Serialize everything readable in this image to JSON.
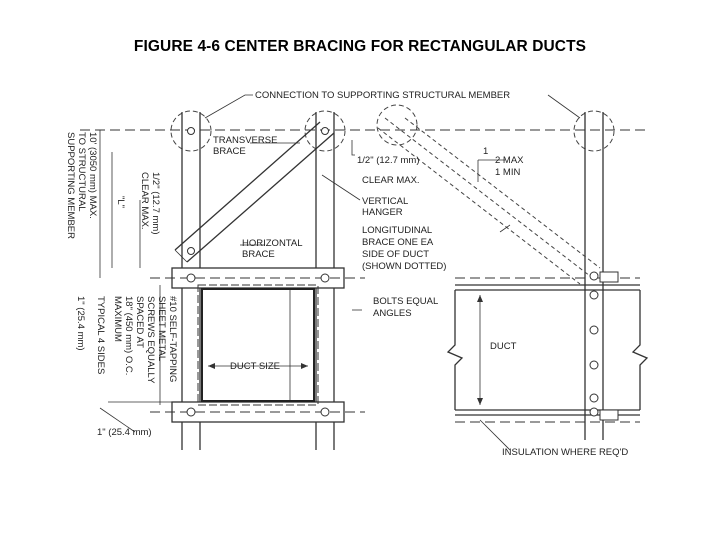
{
  "title": "FIGURE 4-6 CENTER BRACING FOR RECTANGULAR DUCTS",
  "labels": {
    "connection": "CONNECTION TO SUPPORTING STRUCTURAL MEMBER",
    "transverse_1": "TRANSVERSE",
    "transverse_2": "BRACE",
    "clear_1": "1/2\" (12.7 mm)",
    "clear_2": "CLEAR MAX.",
    "slope_1": "1",
    "slope_2": "2 MAX",
    "slope_3": "1 MIN",
    "vertical_1": "VERTICAL",
    "vertical_2": "HANGER",
    "longitudinal_1": "LONGITUDINAL",
    "longitudinal_2": "BRACE ONE EA",
    "longitudinal_3": "SIDE OF DUCT",
    "longitudinal_4": "(SHOWN DOTTED)",
    "horizontal_1": "HORIZONTAL",
    "horizontal_2": "BRACE",
    "bolts_1": "BOLTS EQUAL",
    "bolts_2": "ANGLES",
    "duct_size": "DUCT SIZE",
    "duct": "DUCT",
    "insulation": "INSULATION WHERE REQ'D",
    "one_inch": "1\" (25.4 mm)",
    "max_dist_1": "10' (3050 mm) MAX.",
    "max_dist_2": "TO STRUCTURAL",
    "max_dist_3": "SUPPORTING MEMBER",
    "l_label": "\"L\"",
    "rot_clear_1": "1/2\" (12.7 mm)",
    "rot_clear_2": "CLEAR MAX.",
    "screws_1": "#10 SELF-TAPPING",
    "screws_2": "SHEET METAL",
    "screws_3": "SCREWS EQUALLY",
    "screws_4": "SPACED AT",
    "screws_5": "18\" (450 mm) O.C.",
    "screws_6": "MAXIMUM",
    "typical_1": "1\" (25.4 mm)",
    "typical_2": "TYPICAL 4 SIDES"
  }
}
